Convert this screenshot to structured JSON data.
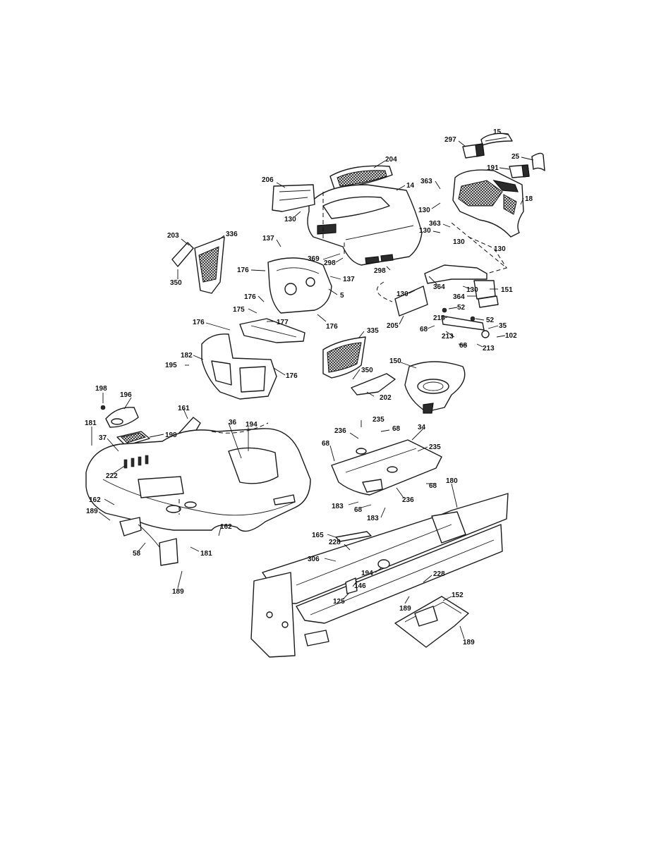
{
  "callouts": [
    {
      "id": "c15",
      "text": "15"
    },
    {
      "id": "c297",
      "text": "297"
    },
    {
      "id": "c25",
      "text": "25"
    },
    {
      "id": "c191",
      "text": "191"
    },
    {
      "id": "c204",
      "text": "204"
    },
    {
      "id": "c206",
      "text": "206"
    },
    {
      "id": "c14",
      "text": "14"
    },
    {
      "id": "c363a",
      "text": "363"
    },
    {
      "id": "c18",
      "text": "18"
    },
    {
      "id": "c130a",
      "text": "130"
    },
    {
      "id": "c130b",
      "text": "130"
    },
    {
      "id": "c363b",
      "text": "363"
    },
    {
      "id": "c130c",
      "text": "130"
    },
    {
      "id": "c130d",
      "text": "130"
    },
    {
      "id": "c130e",
      "text": "130"
    },
    {
      "id": "c203",
      "text": "203"
    },
    {
      "id": "c336",
      "text": "336"
    },
    {
      "id": "c137a",
      "text": "137"
    },
    {
      "id": "c369",
      "text": "369"
    },
    {
      "id": "c298a",
      "text": "298"
    },
    {
      "id": "c298b",
      "text": "298"
    },
    {
      "id": "c137b",
      "text": "137"
    },
    {
      "id": "c176a",
      "text": "176"
    },
    {
      "id": "c350a",
      "text": "350"
    },
    {
      "id": "c5",
      "text": "5"
    },
    {
      "id": "c364a",
      "text": "364"
    },
    {
      "id": "c130f",
      "text": "130"
    },
    {
      "id": "c151",
      "text": "151"
    },
    {
      "id": "c130g",
      "text": "130"
    },
    {
      "id": "c364b",
      "text": "364"
    },
    {
      "id": "c176b",
      "text": "176"
    },
    {
      "id": "c175",
      "text": "175"
    },
    {
      "id": "c177",
      "text": "177"
    },
    {
      "id": "c176c",
      "text": "176"
    },
    {
      "id": "c52a",
      "text": "52"
    },
    {
      "id": "c218",
      "text": "218"
    },
    {
      "id": "c52b",
      "text": "52"
    },
    {
      "id": "c205",
      "text": "205"
    },
    {
      "id": "c68a",
      "text": "68"
    },
    {
      "id": "c35",
      "text": "35"
    },
    {
      "id": "c176d",
      "text": "176"
    },
    {
      "id": "c213a",
      "text": "213"
    },
    {
      "id": "c102",
      "text": "102"
    },
    {
      "id": "c335",
      "text": "335"
    },
    {
      "id": "c68b",
      "text": "68"
    },
    {
      "id": "c213b",
      "text": "213"
    },
    {
      "id": "c182",
      "text": "182"
    },
    {
      "id": "c195",
      "text": "195"
    },
    {
      "id": "c150",
      "text": "150"
    },
    {
      "id": "c350b",
      "text": "350"
    },
    {
      "id": "c176e",
      "text": "176"
    },
    {
      "id": "c202",
      "text": "202"
    },
    {
      "id": "c198",
      "text": "198"
    },
    {
      "id": "c196",
      "text": "196"
    },
    {
      "id": "c161",
      "text": "161"
    },
    {
      "id": "c235a",
      "text": "235"
    },
    {
      "id": "c181a",
      "text": "181"
    },
    {
      "id": "c36",
      "text": "36"
    },
    {
      "id": "c194a",
      "text": "194"
    },
    {
      "id": "c236a",
      "text": "236"
    },
    {
      "id": "c68c",
      "text": "68"
    },
    {
      "id": "c34",
      "text": "34"
    },
    {
      "id": "c37",
      "text": "37"
    },
    {
      "id": "c199",
      "text": "199"
    },
    {
      "id": "c68d",
      "text": "68"
    },
    {
      "id": "c235b",
      "text": "235"
    },
    {
      "id": "c222",
      "text": "222"
    },
    {
      "id": "c180",
      "text": "180"
    },
    {
      "id": "c68e",
      "text": "68"
    },
    {
      "id": "c162a",
      "text": "162"
    },
    {
      "id": "c183a",
      "text": "183"
    },
    {
      "id": "c68f",
      "text": "68"
    },
    {
      "id": "c236b",
      "text": "236"
    },
    {
      "id": "c189a",
      "text": "189"
    },
    {
      "id": "c183b",
      "text": "183"
    },
    {
      "id": "c162b",
      "text": "162"
    },
    {
      "id": "c165",
      "text": "165"
    },
    {
      "id": "c228a",
      "text": "228"
    },
    {
      "id": "c181b",
      "text": "181"
    },
    {
      "id": "c58",
      "text": "58"
    },
    {
      "id": "c306",
      "text": "306"
    },
    {
      "id": "c194b",
      "text": "194"
    },
    {
      "id": "c228b",
      "text": "228"
    },
    {
      "id": "c146",
      "text": "146"
    },
    {
      "id": "c189b",
      "text": "189"
    },
    {
      "id": "c125",
      "text": "125"
    },
    {
      "id": "c152",
      "text": "152"
    },
    {
      "id": "c189c",
      "text": "189"
    },
    {
      "id": "c189d",
      "text": "189"
    }
  ]
}
